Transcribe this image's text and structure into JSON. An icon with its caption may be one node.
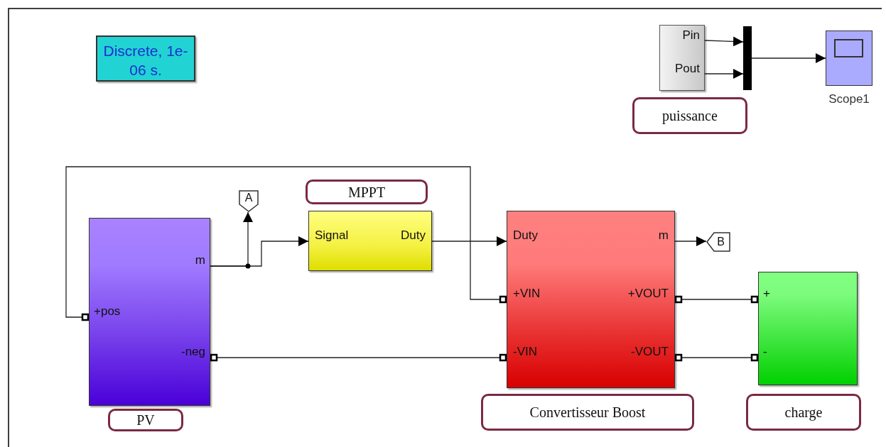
{
  "diagram": {
    "nodes": [
      {
        "text": [
          "Discrete, 1e-06 s."
        ]
      },
      {
        "text": [
          "Pin",
          "Pout"
        ]
      },
      {
        "text": [],
        "shape": "bar"
      },
      {
        "text": [],
        "shape": "box",
        "beside": [
          "Scope1"
        ]
      },
      {
        "text": [
          "puissance"
        ]
      },
      {
        "text": [
          "A"
        ]
      },
      {
        "text": [
          "MPPT"
        ]
      },
      {
        "text": [
          "m",
          "+pos",
          "-neg"
        ]
      },
      {
        "text": [
          "Signal",
          "Duty"
        ]
      },
      {
        "text": [
          "Duty",
          "m",
          "+VIN",
          "+VOUT",
          "-VIN",
          "-VOUT"
        ]
      },
      {
        "text": [
          "B"
        ]
      },
      {
        "text": [
          "+",
          "-"
        ]
      },
      {
        "text": [
          "PV"
        ]
      },
      {
        "text": [
          "Convertisseur Boost"
        ]
      },
      {
        "text": [
          "charge"
        ]
      }
    ],
    "edges": [
      {
        "from": 1,
        "to": 2,
        "arrow": "to"
      },
      {
        "from": 1,
        "to": 2,
        "arrow": "to"
      },
      {
        "from": 2,
        "to": 3,
        "arrow": "to"
      },
      {
        "from": 7,
        "to": 5,
        "arrow": "to"
      },
      {
        "from": 7,
        "to": 8,
        "arrow": "to"
      },
      {
        "from": 8,
        "to": 9,
        "arrow": "to"
      },
      {
        "from": 9,
        "to": 10,
        "arrow": "to"
      },
      {
        "from": 9,
        "to": 7,
        "arrow": "none"
      },
      {
        "from": 7,
        "to": 9,
        "arrow": "none"
      },
      {
        "from": 9,
        "to": 11,
        "arrow": "none"
      },
      {
        "from": 9,
        "to": 11,
        "arrow": "none"
      }
    ]
  }
}
